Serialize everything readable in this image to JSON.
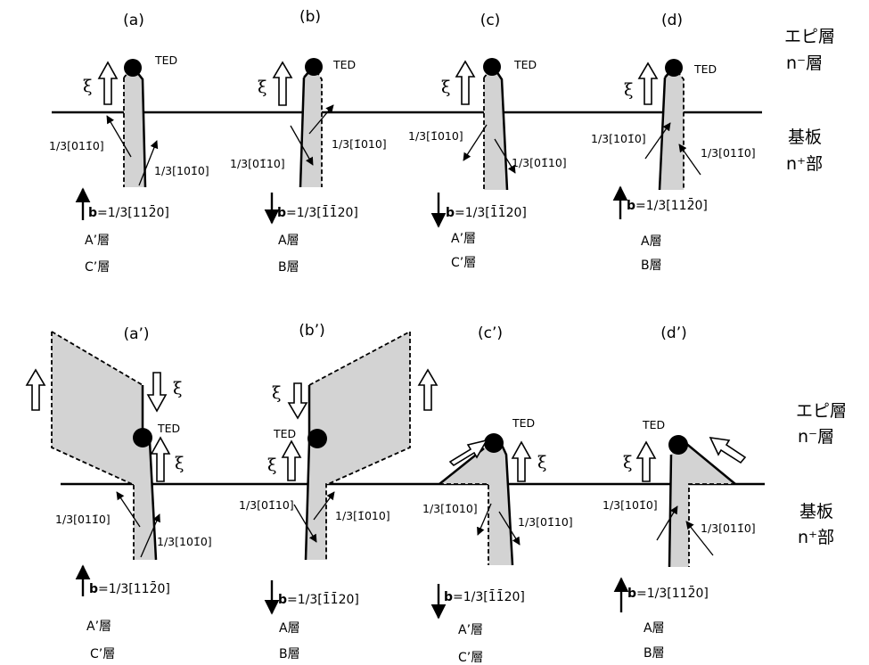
{
  "right_labels": {
    "epi_top": "エピ層",
    "n_minus_top": "n⁻層",
    "substrate_top": "基板",
    "n_plus_top": "n⁺部",
    "epi_bottom": "エピ層",
    "n_minus_bottom": "n⁻層",
    "substrate_bottom": "基板",
    "n_plus_bottom": "n⁺部"
  },
  "common": {
    "ted": "TED",
    "xi": "ξ"
  },
  "panels": {
    "a": {
      "label": "(a)",
      "v1": "1/3[011̄0]",
      "v2": "1/3[101̄0]",
      "b_bold": "b",
      "b_rest": "=1/3[112̄0]",
      "layer1": "A’層",
      "layer2": "C’層"
    },
    "b": {
      "label": "(b)",
      "v1": "1/3[01̄10]",
      "v2": "1/3[1̄010]",
      "b_bold": "b",
      "b_rest": "=1/3[1̄1̄20]",
      "layer1": "A層",
      "layer2": "B層"
    },
    "c": {
      "label": "(c)",
      "v1": "1/3[1̄010]",
      "v2": "1/3[01̄10]",
      "b_bold": "b",
      "b_rest": "=1/3[1̄1̄20]",
      "layer1": "A’層",
      "layer2": "C’層"
    },
    "d": {
      "label": "(d)",
      "v1": "1/3[101̄0]",
      "v2": "1/3[011̄0]",
      "b_bold": "b",
      "b_rest": "=1/3[112̄0]",
      "layer1": "A層",
      "layer2": "B層"
    },
    "a2": {
      "label": "(a’)",
      "v1": "1/3[011̄0]",
      "v2": "1/3[101̄0]",
      "b_bold": "b",
      "b_rest": "=1/3[112̄0]",
      "layer1": "A’層",
      "layer2": "C’層"
    },
    "b2": {
      "label": "(b’)",
      "v1": "1/3[01̄10]",
      "v2": "1/3[1̄010]",
      "b_bold": "b",
      "b_rest": "=1/3[1̄1̄20]",
      "layer1": "A層",
      "layer2": "B層"
    },
    "c2": {
      "label": "(c’)",
      "v1": "1/3[1̄010]",
      "v2": "1/3[01̄10]",
      "b_bold": "b",
      "b_rest": "=1/3[1̄1̄20]",
      "layer1": "A’層",
      "layer2": "C’層"
    },
    "d2": {
      "label": "(d’)",
      "v1": "1/3[101̄0]",
      "v2": "1/3[011̄0]",
      "b_bold": "b",
      "b_rest": "=1/3[112̄0]",
      "layer1": "A層",
      "layer2": "B層"
    }
  }
}
